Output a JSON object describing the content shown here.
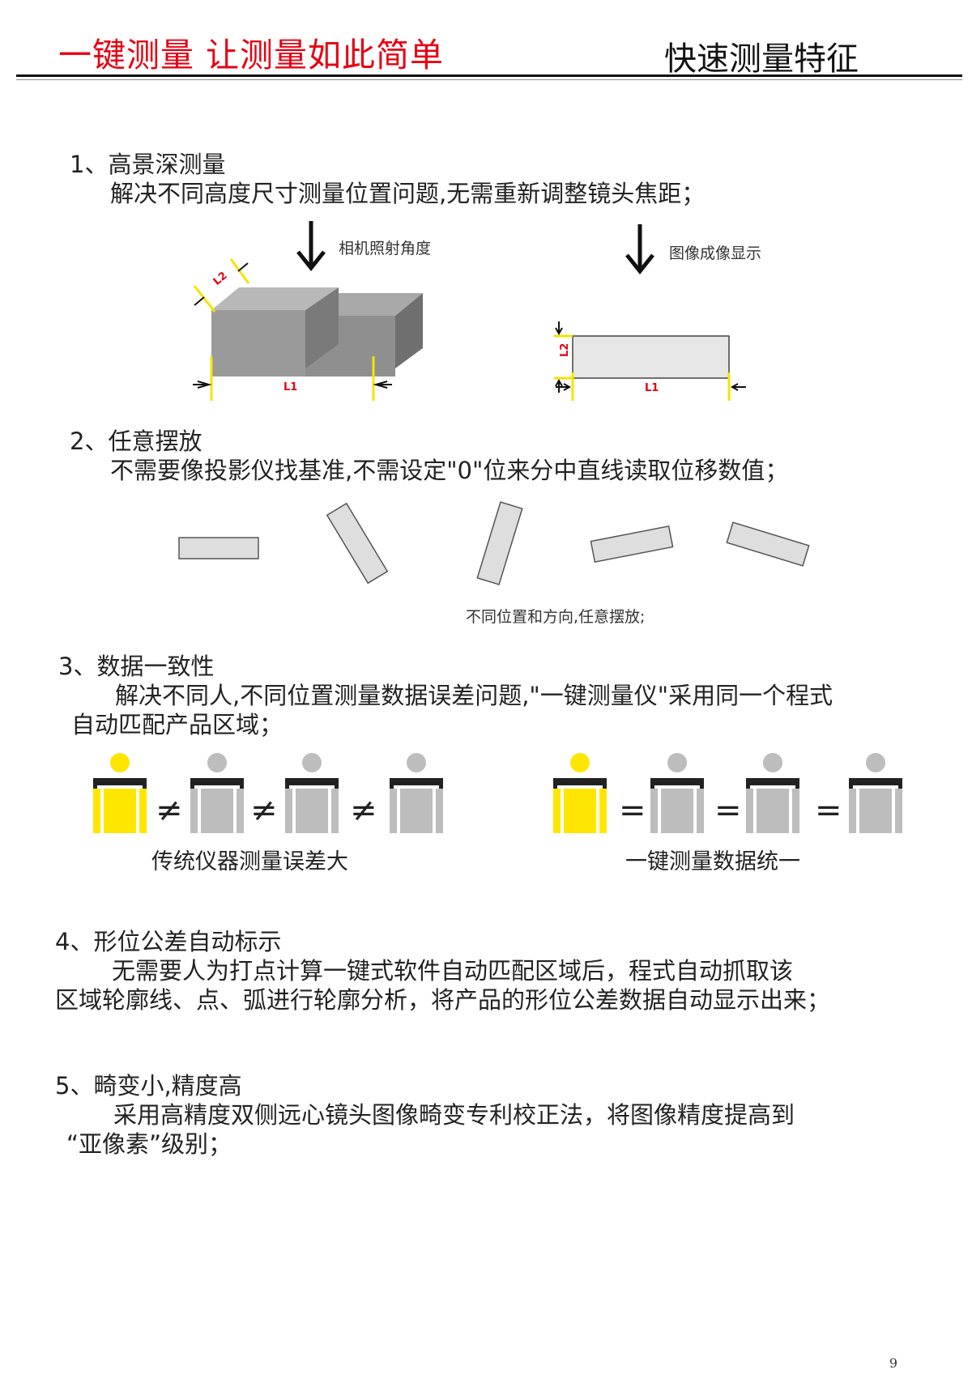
{
  "header": {
    "left_title": "一键测量  让测量如此简单",
    "right_title": "快速测量特征"
  },
  "sections": [
    {
      "heading": "1、高景深测量",
      "body": [
        "解决不同高度尺寸测量位置问题,无需重新调整镜头焦距；"
      ],
      "figure": {
        "left_caption": "相机照射角度",
        "right_caption": "图像成像显示",
        "dim_l1": "L1",
        "dim_l2": "L2"
      }
    },
    {
      "heading": "2、任意摆放",
      "body": [
        "不需要像投影仪找基准,不需设定\"0\"位来分中直线读取位移数值；"
      ],
      "figure": {
        "caption": "不同位置和方向,任意摆放;"
      }
    },
    {
      "heading": "3、数据一致性",
      "body": [
        "解决不同人,不同位置测量数据误差问题,\"一键测量仪\"采用同一个程式",
        "自动匹配产品区域；"
      ],
      "figure": {
        "left_caption": "传统仪器测量误差大",
        "right_caption": "一键测量数据统一",
        "not_equal_sign": "≠",
        "equal_sign": "="
      }
    },
    {
      "heading": "4、形位公差自动标示",
      "body": [
        "无需要人为打点计算一键式软件自动匹配区域后，程式自动抓取该",
        "区域轮廓线、点、弧进行轮廓分析，将产品的形位公差数据自动显示出来；"
      ]
    },
    {
      "heading": "5、畸变小,精度高",
      "body": [
        "采用高精度双侧远心镜头图像畸变专利校正法，将图像精度提高到",
        "“亚像素”级别；"
      ]
    }
  ],
  "page_number": "9",
  "colors": {
    "header_red": "#e60012",
    "person_highlight": "#ffe600",
    "person_gray": "#bdbdbd",
    "dimension_yellow": "#f5e400",
    "dimension_red": "#e60012"
  }
}
